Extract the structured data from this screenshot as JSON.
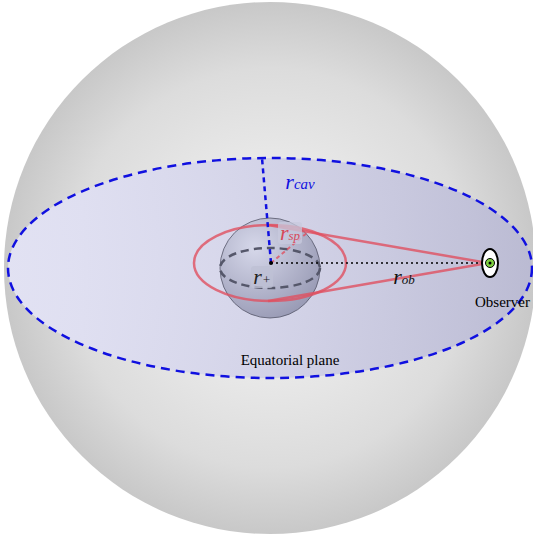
{
  "diagram": {
    "labels": [
      "rcav",
      "rsp",
      "r+",
      "rob",
      "Observer",
      "Equatorial plane"
    ]
  }
}
